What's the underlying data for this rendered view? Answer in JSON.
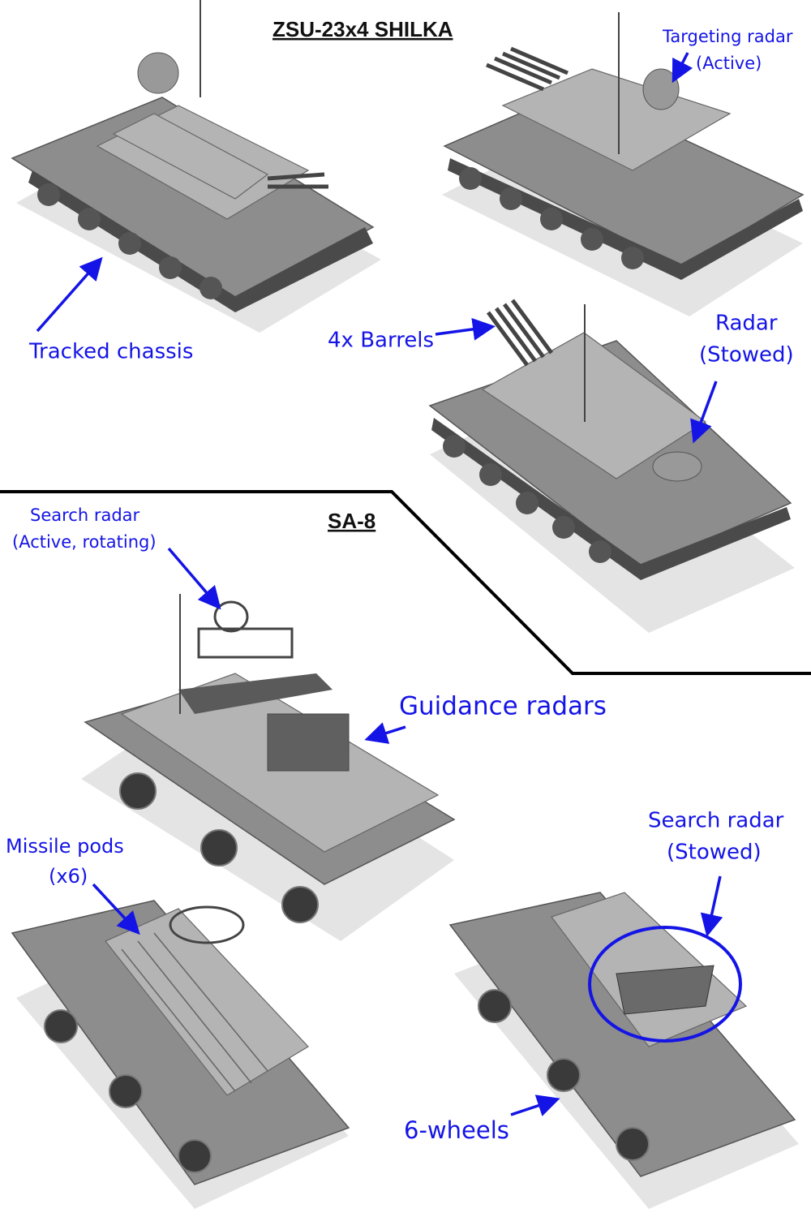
{
  "titles": {
    "shilka": "ZSU-23x4 SHILKA",
    "sa8": "SA-8"
  },
  "labels": {
    "tracked_chassis": "Tracked chassis",
    "targeting_radar_1": "Targeting radar",
    "targeting_radar_2": "(Active)",
    "barrels": "4x Barrels",
    "radar_stowed_1": "Radar",
    "radar_stowed_2": "(Stowed)",
    "search_radar_active_1": "Search radar",
    "search_radar_active_2": "(Active, rotating)",
    "guidance_radars": "Guidance radars",
    "missile_pods_1": "Missile pods",
    "missile_pods_2": "(x6)",
    "search_radar_stowed_1": "Search radar",
    "search_radar_stowed_2": "(Stowed)",
    "wheels": "6-wheels"
  },
  "colors": {
    "annotation": "#1414e6",
    "divider": "#000000"
  }
}
